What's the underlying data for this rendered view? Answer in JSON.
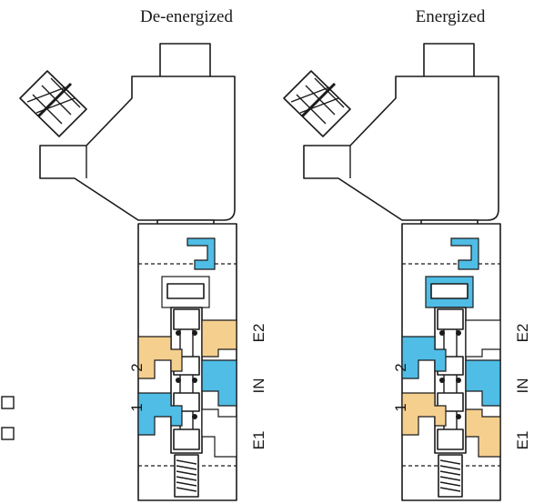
{
  "diagram": {
    "panels": [
      {
        "id": "de-energized",
        "title": "De-energized",
        "ports": {
          "p2": "2",
          "p1": "1",
          "e2": "E2",
          "in": "IN",
          "e1": "E1"
        },
        "pressurized": [
          "pilot-line",
          "port-1",
          "inlet-in"
        ],
        "exhausting": [
          "port-2",
          "exhaust-e2"
        ]
      },
      {
        "id": "energized",
        "title": "Energized",
        "ports": {
          "p2": "2",
          "p1": "1",
          "e2": "E2",
          "in": "IN",
          "e1": "E1"
        },
        "pressurized": [
          "pilot-line",
          "piston-chamber",
          "port-2",
          "inlet-in"
        ],
        "exhausting": [
          "port-1",
          "exhaust-e1"
        ]
      }
    ],
    "colors": {
      "pressurized": "#4fbde6",
      "exhausting": "#f5cf8e",
      "outline": "#1a1a1a",
      "body": "#ffffff"
    }
  }
}
